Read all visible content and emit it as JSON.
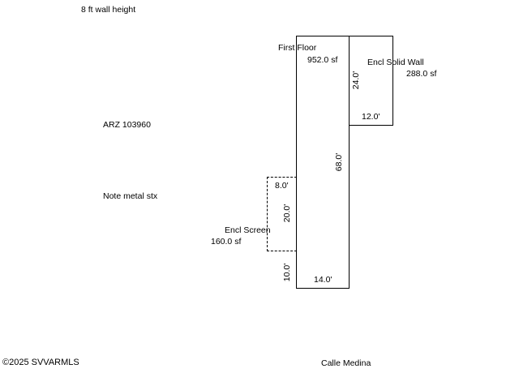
{
  "notes": {
    "wall_height": "8 ft wall height",
    "arz": "ARZ 103960",
    "metal": "Note metal stx"
  },
  "first_floor": {
    "label": "First Floor",
    "area": "952.0 sf",
    "dim_height": "68.0'",
    "dim_width": "14.0'"
  },
  "encl_solid_wall": {
    "label": "Encl Solid Wall",
    "area": "288.0 sf",
    "dim_height": "24.0'",
    "dim_width": "12.0'"
  },
  "encl_screen": {
    "label": "Encl Screen",
    "area": "160.0 sf",
    "dim_width": "8.0'",
    "dim_height": "20.0'",
    "dim_offset": "10.0'"
  },
  "footer": {
    "copyright": "©2025 SVVARMLS",
    "street": "Calle Medina"
  }
}
